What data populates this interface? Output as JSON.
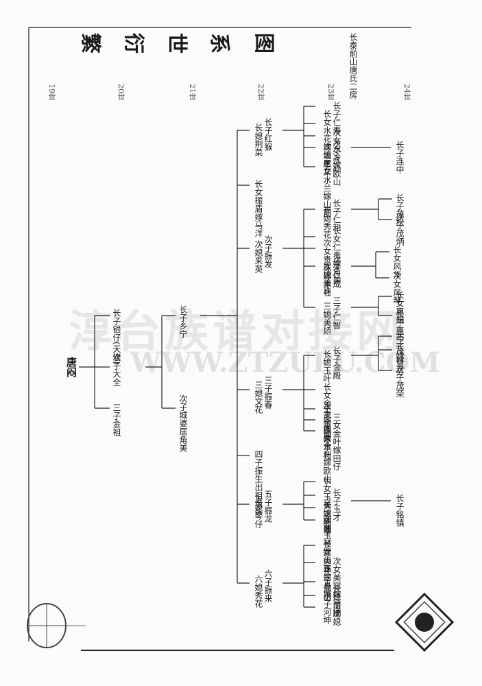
{
  "header": {
    "title_chars": [
      "繁",
      "衍",
      "世",
      "系",
      "图"
    ],
    "branch": "长泰前山唐氏二房"
  },
  "generations": [
    "19世",
    "20世",
    "21世",
    "22世",
    "23世",
    "24世"
  ],
  "watermark": {
    "cn": "淳台族谱对接网",
    "en": "WWW.ZTZUPU.COM"
  },
  "nodes": {
    "root": "唐闷",
    "g20_1": "长子银仔(天修)",
    "g20_2": "次子大全",
    "g20_3": "三子金祖",
    "g21_1": "长子乡宁",
    "g21_2": "次子城婆居角美",
    "g22_1a": "长子红猴",
    "g22_1b": "长媳荆菜",
    "g22_2": "长女振盾嫁马洋",
    "g22_3a": "次子振发",
    "g22_3b": "次媳来英",
    "g22_4a": "三子振春",
    "g22_4b": "三媳文花",
    "g22_5": "四子振生出祖坂头",
    "g22_6a": "五子振龙",
    "g22_6b": "五媳琴仔",
    "g22_7a": "六子振来",
    "g22_7b": "六媳秀花",
    "g23_01": "长子仁寿",
    "g23_02": "长女水花嫁溪尾",
    "g23_03": "次女水冷嫁欧山",
    "g23_04": "次子水心",
    "g23_05": "次媳孝华",
    "g23_06": "三女水兰嫁山前",
    "g23_07": "长子仁和",
    "g23_08": "长媳秀花",
    "g23_09": "长女仁贵嫁角美",
    "g23_10": "次女贵珠嫁本社",
    "g23_11": "次子仁成",
    "g23_12": "次媳美珠",
    "g23_13": "三子仁智",
    "g23_14": "三媳美娇",
    "g23_15": "长子金殿",
    "g23_16": "长媳玉叶",
    "g23_17": "长女金玉嫁下房",
    "g23_18": "次女金珠嫁本社",
    "g23_19": "三女金叶嫁田仔",
    "g23_20": "四女金刹嫁欧山",
    "g23_21": "长女玉美嫁珠浦",
    "g23_22": "长子玉才",
    "g23_23": "长媳阿娜",
    "g23_24": "次女玉琴嫁山东",
    "g23_25": "长女美珠嫁县城",
    "g23_26": "次女美容嫁马洋",
    "g23_27": "长子河山",
    "g23_28": "长媳丽娜",
    "g23_29": "次子河坤",
    "g23_30": "次媳",
    "g24_01": "长子连中",
    "g24_02": "长子茂松",
    "g24_03": "次子茂炳",
    "g24_04": "长女风华",
    "g24_05": "次女风琴",
    "g24_06": "长女惠娟",
    "g24_07": "长子惠中",
    "g24_08": "长子茂林",
    "g24_09": "长媳曾芬",
    "g24_10": "次子茂荣",
    "g24_11": "长子铭镇"
  }
}
